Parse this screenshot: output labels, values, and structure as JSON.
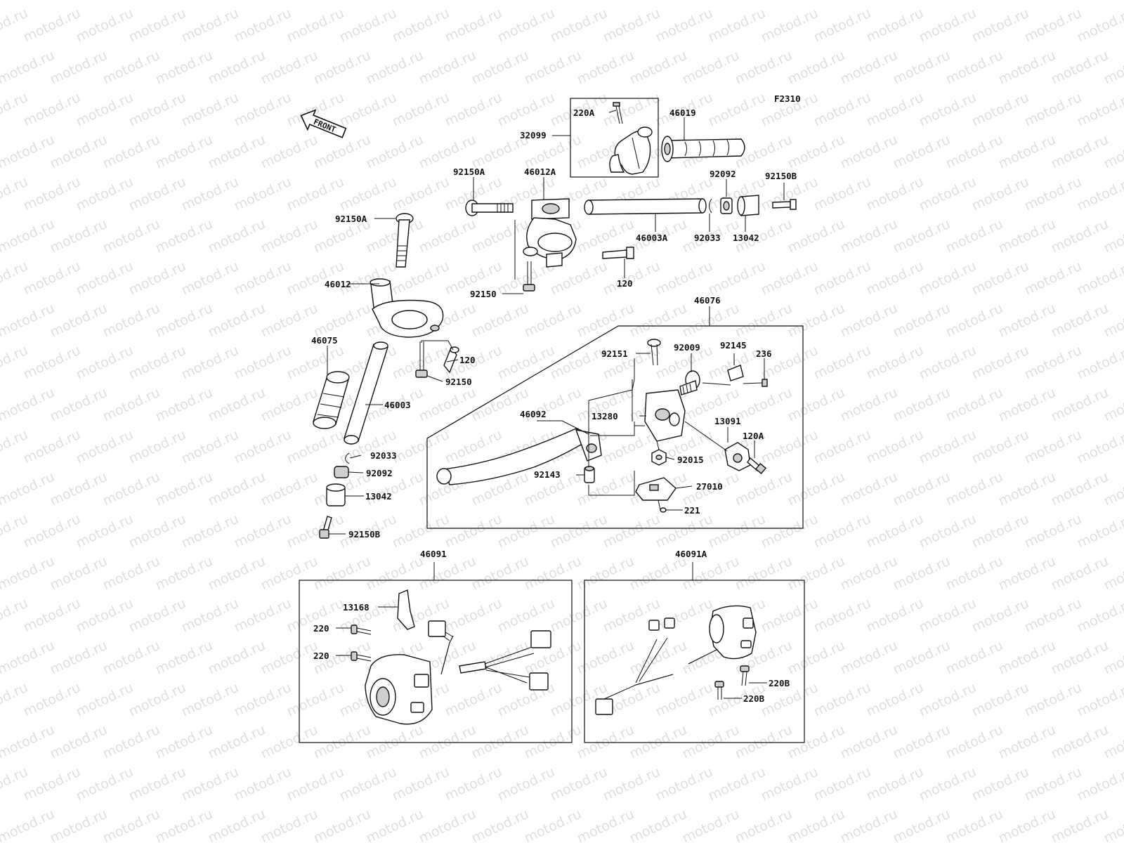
{
  "diagram": {
    "code": "F2310",
    "watermark": "motod.ru",
    "front_label": "FRONT",
    "callouts": {
      "c220A": "220A",
      "c32099": "32099",
      "c46019": "46019",
      "c92150A_top": "92150A",
      "c46012A": "46012A",
      "c92092_right": "92092",
      "c92150B_right": "92150B",
      "c92150A_left": "92150A",
      "c46003A": "46003A",
      "c92033_right": "92033",
      "c13042_right": "13042",
      "c120_right": "120",
      "c92150_right": "92150",
      "c46012": "46012",
      "c46076": "46076",
      "c120_left": "120",
      "c92150_left": "92150",
      "c46075": "46075",
      "c46003": "46003",
      "c92151": "92151",
      "c92009": "92009",
      "c92145": "92145",
      "c236": "236",
      "c46092": "46092",
      "c13280": "13280",
      "c13091": "13091",
      "c120A": "120A",
      "c92033_left": "92033",
      "c92092_left": "92092",
      "c92015": "92015",
      "c92143": "92143",
      "c27010": "27010",
      "c13042_left": "13042",
      "c221": "221",
      "c92150B_left": "92150B",
      "c46091": "46091",
      "c46091A": "46091A",
      "c13168": "13168",
      "c220_a": "220",
      "c220_b": "220",
      "c220B_a": "220B",
      "c220B_b": "220B"
    }
  }
}
